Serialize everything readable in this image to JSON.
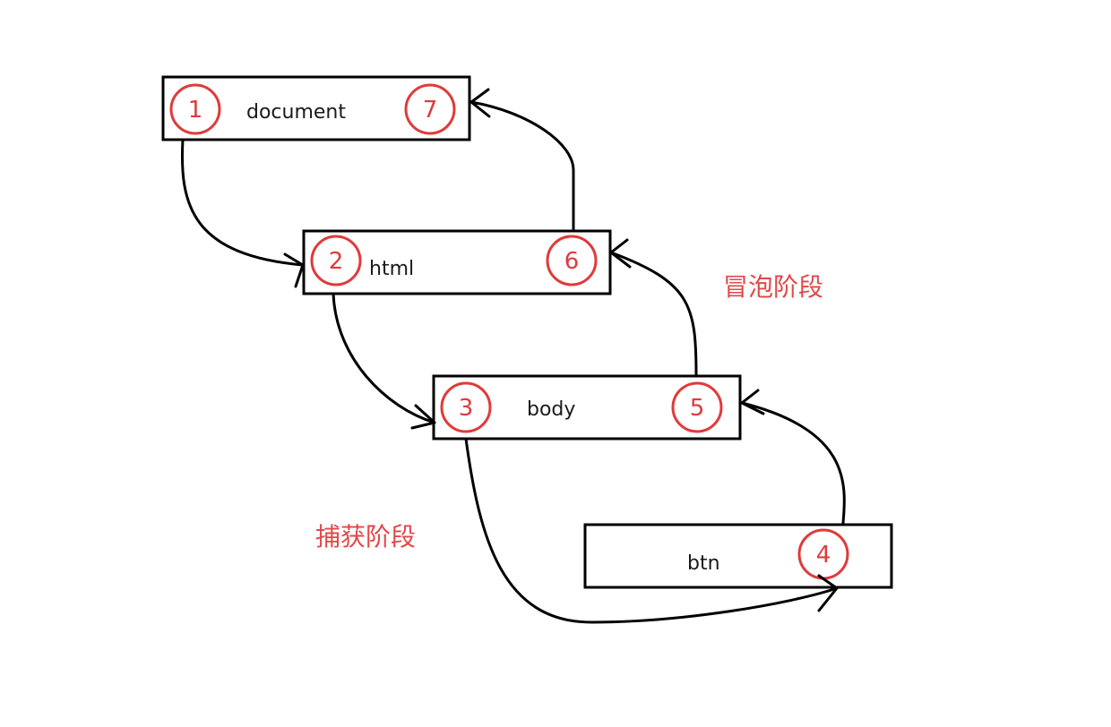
{
  "nodes": {
    "document": {
      "label": "document",
      "capture_step": "1",
      "bubble_step": "7"
    },
    "html": {
      "label": "html",
      "capture_step": "2",
      "bubble_step": "6"
    },
    "body": {
      "label": "body",
      "capture_step": "3",
      "bubble_step": "5"
    },
    "btn": {
      "label": "btn",
      "target_step": "4"
    }
  },
  "phases": {
    "capture": "捕获阶段",
    "bubble": "冒泡阶段"
  },
  "colors": {
    "accent": "#e03a3a",
    "phase_text": "#e04848",
    "stroke": "#000000"
  }
}
